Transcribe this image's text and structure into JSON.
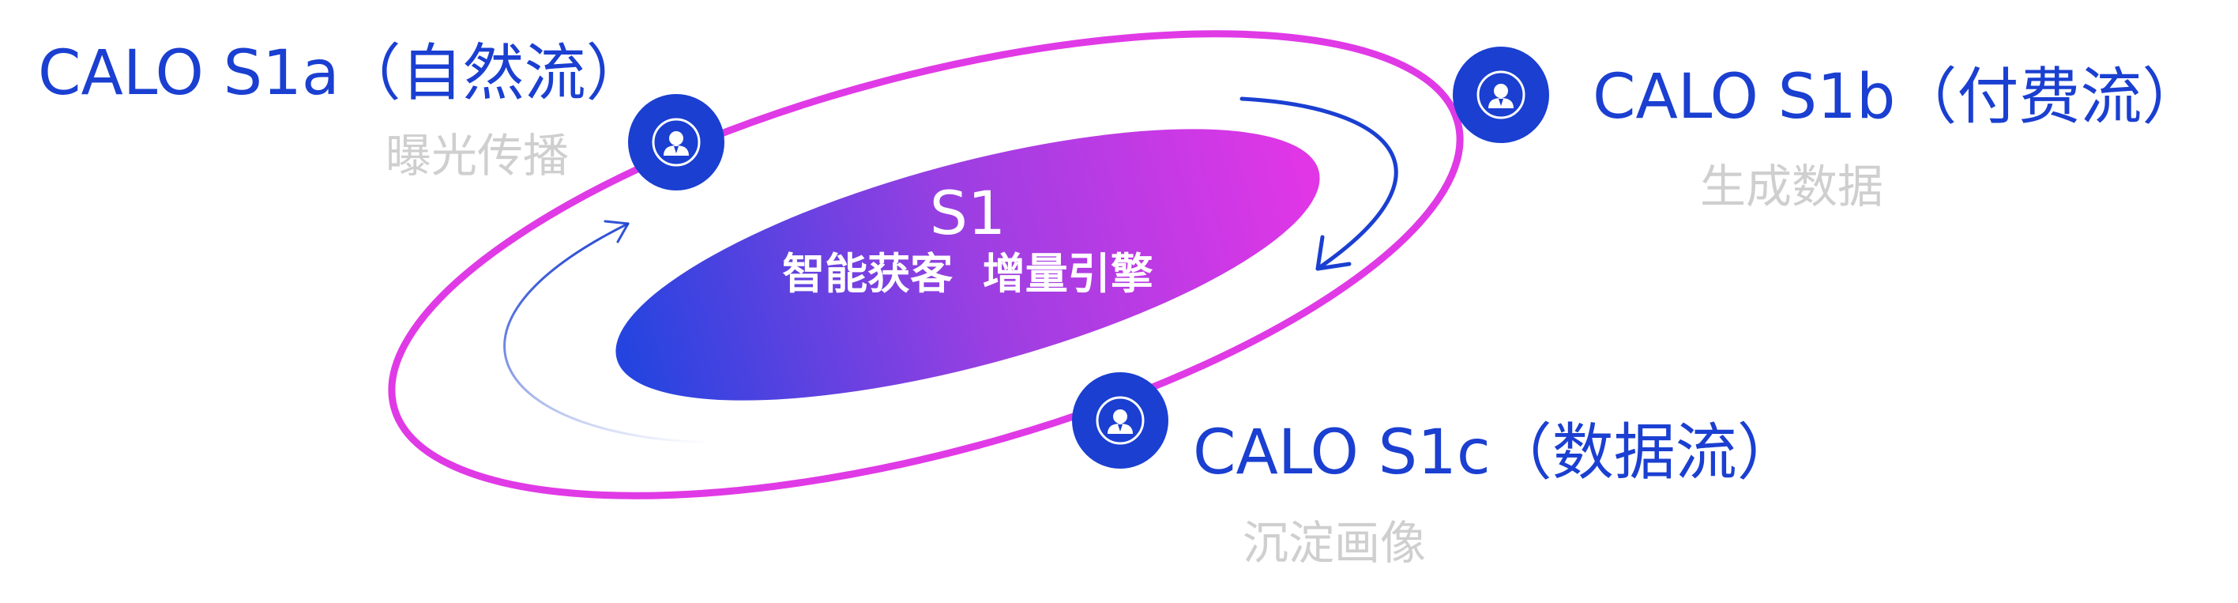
{
  "colors": {
    "primary_blue": "#1a3fd1",
    "orbit_magenta": "#e03ae6",
    "subtitle_gray": "#cfcfcf",
    "core_gradient_start": "#2544df",
    "core_gradient_mid": "#9a3fe2",
    "core_gradient_end": "#e136e6",
    "white": "#ffffff"
  },
  "core": {
    "title": "S1",
    "subtitle": "智能获客  增量引擎"
  },
  "nodes": [
    {
      "id": "s1a",
      "title": "CALO S1a（自然流）",
      "subtitle": "曝光传播",
      "icon": "user-avatar-icon"
    },
    {
      "id": "s1b",
      "title": "CALO S1b（付费流）",
      "subtitle": "生成数据",
      "icon": "user-avatar-icon"
    },
    {
      "id": "s1c",
      "title": "CALO S1c（数据流）",
      "subtitle": "沉淀画像",
      "icon": "user-avatar-icon"
    }
  ]
}
